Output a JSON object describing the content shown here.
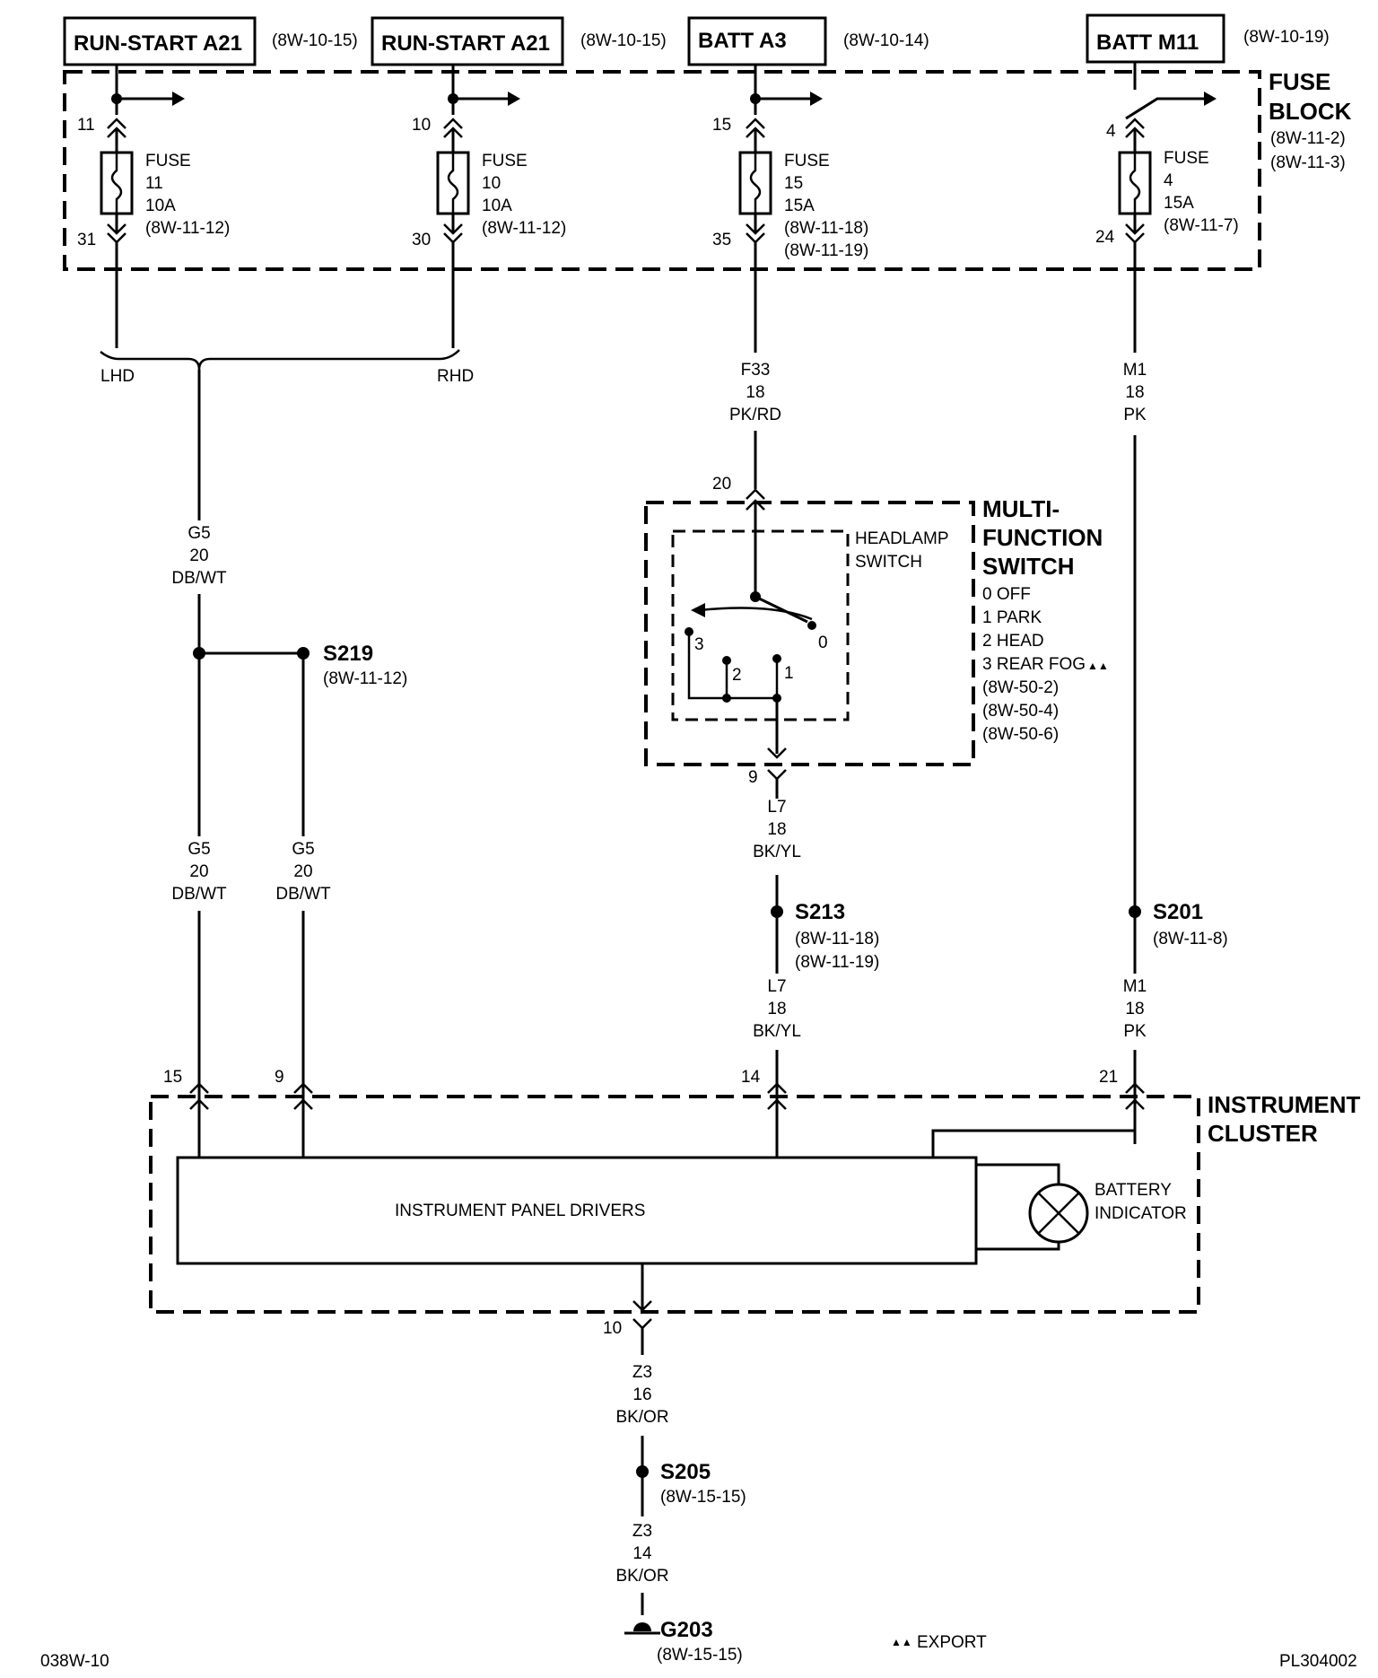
{
  "sources": [
    {
      "name": "RUN-START A21",
      "ref": "(8W-10-15)"
    },
    {
      "name": "RUN-START A21",
      "ref": "(8W-10-15)"
    },
    {
      "name": "BATT A3",
      "ref": "(8W-10-14)"
    },
    {
      "name": "BATT M11",
      "ref": "(8W-10-19)"
    }
  ],
  "fuse_block": {
    "title_1": "FUSE",
    "title_2": "BLOCK",
    "ref_1": "(8W-11-2)",
    "ref_2": "(8W-11-3)"
  },
  "fuses": [
    {
      "in_pin": "11",
      "out_pin": "31",
      "label": "FUSE",
      "number": "11",
      "rating": "10A",
      "ref_1": "(8W-11-12)",
      "ref_2": ""
    },
    {
      "in_pin": "10",
      "out_pin": "30",
      "label": "FUSE",
      "number": "10",
      "rating": "10A",
      "ref_1": "(8W-11-12)",
      "ref_2": ""
    },
    {
      "in_pin": "15",
      "out_pin": "35",
      "label": "FUSE",
      "number": "15",
      "rating": "15A",
      "ref_1": "(8W-11-18)",
      "ref_2": "(8W-11-19)"
    },
    {
      "in_pin": "4",
      "out_pin": "24",
      "label": "FUSE",
      "number": "4",
      "rating": "15A",
      "ref_1": "(8W-11-7)",
      "ref_2": ""
    }
  ],
  "options": {
    "lhd": "LHD",
    "rhd": "RHD"
  },
  "wires": {
    "g5_upper": {
      "circuit": "G5",
      "gauge": "20",
      "color": "DB/WT"
    },
    "g5_left": {
      "circuit": "G5",
      "gauge": "20",
      "color": "DB/WT"
    },
    "g5_right": {
      "circuit": "G5",
      "gauge": "20",
      "color": "DB/WT"
    },
    "f33": {
      "circuit": "F33",
      "gauge": "18",
      "color": "PK/RD"
    },
    "l7_upper": {
      "circuit": "L7",
      "gauge": "18",
      "color": "BK/YL"
    },
    "l7_lower": {
      "circuit": "L7",
      "gauge": "18",
      "color": "BK/YL"
    },
    "m1_upper": {
      "circuit": "M1",
      "gauge": "18",
      "color": "PK"
    },
    "m1_lower": {
      "circuit": "M1",
      "gauge": "18",
      "color": "PK"
    },
    "z3_upper": {
      "circuit": "Z3",
      "gauge": "16",
      "color": "BK/OR"
    },
    "z3_lower": {
      "circuit": "Z3",
      "gauge": "14",
      "color": "BK/OR"
    }
  },
  "splices": [
    {
      "id": "S219",
      "ref_1": "(8W-11-12)",
      "ref_2": ""
    },
    {
      "id": "S213",
      "ref_1": "(8W-11-18)",
      "ref_2": "(8W-11-19)"
    },
    {
      "id": "S201",
      "ref_1": "(8W-11-8)",
      "ref_2": ""
    },
    {
      "id": "S205",
      "ref_1": "(8W-15-15)",
      "ref_2": ""
    }
  ],
  "ground": {
    "id": "G203",
    "ref": "(8W-15-15)"
  },
  "multifunction_switch": {
    "title_1": "MULTI-",
    "title_2": "FUNCTION",
    "title_3": "SWITCH",
    "in_pin": "20",
    "out_pin": "9",
    "sub_1": "HEADLAMP",
    "sub_2": "SWITCH",
    "positions": [
      "0 OFF",
      "1 PARK",
      "2 HEAD",
      "3 REAR FOG"
    ],
    "position_marks": [
      "0",
      "1",
      "2",
      "3"
    ],
    "export_mark": "▲▲",
    "refs": [
      "(8W-50-2)",
      "(8W-50-4)",
      "(8W-50-6)"
    ]
  },
  "instrument_cluster": {
    "title_1": "INSTRUMENT",
    "title_2": "CLUSTER",
    "pins": [
      "15",
      "9",
      "14",
      "21",
      "10"
    ],
    "drivers": "INSTRUMENT PANEL DRIVERS",
    "indicator_1": "BATTERY",
    "indicator_2": "INDICATOR"
  },
  "footer": {
    "left": "038W-10",
    "legend_mark": "▲▲",
    "legend": "EXPORT",
    "right": "PL304002"
  }
}
